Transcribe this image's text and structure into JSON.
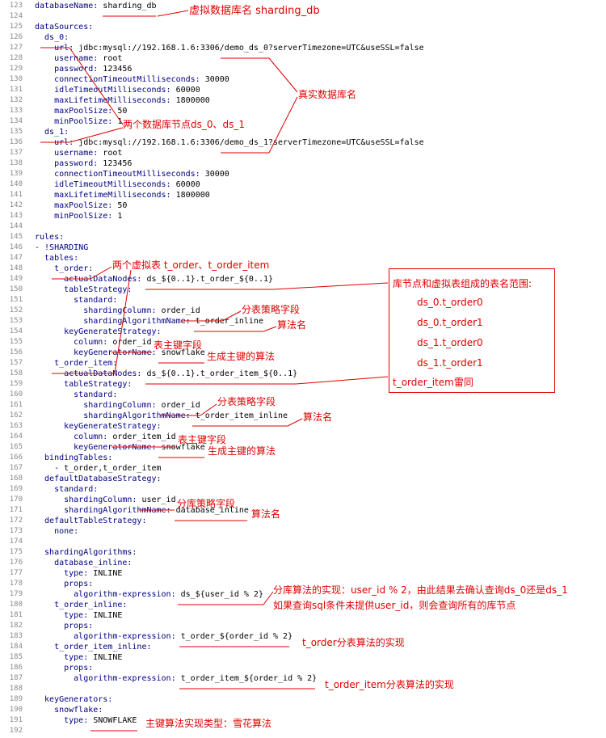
{
  "editor": {
    "lines": [
      {
        "n": "123",
        "k": "databaseName: ",
        "v": "sharding_db"
      },
      {
        "n": "124",
        "k": "",
        "v": ""
      },
      {
        "n": "125",
        "k": "dataSources:",
        "v": ""
      },
      {
        "n": "126",
        "k": "  ds_0:",
        "v": ""
      },
      {
        "n": "127",
        "k": "    url: ",
        "v": "jdbc:mysql://192.168.1.6:3306/demo_ds_0?serverTimezone=UTC&useSSL=false"
      },
      {
        "n": "128",
        "k": "    username: ",
        "v": "root"
      },
      {
        "n": "129",
        "k": "    password: ",
        "v": "123456"
      },
      {
        "n": "130",
        "k": "    connectionTimeoutMilliseconds: ",
        "v": "30000"
      },
      {
        "n": "131",
        "k": "    idleTimeoutMilliseconds: ",
        "v": "60000"
      },
      {
        "n": "132",
        "k": "    maxLifetimeMilliseconds: ",
        "v": "1800000"
      },
      {
        "n": "133",
        "k": "    maxPoolSize: ",
        "v": "50"
      },
      {
        "n": "134",
        "k": "    minPoolSize: ",
        "v": "1"
      },
      {
        "n": "135",
        "k": "  ds_1:",
        "v": ""
      },
      {
        "n": "136",
        "k": "    url: ",
        "v": "jdbc:mysql://192.168.1.6:3306/demo_ds_1?serverTimezone=UTC&useSSL=false"
      },
      {
        "n": "137",
        "k": "    username: ",
        "v": "root"
      },
      {
        "n": "138",
        "k": "    password: ",
        "v": "123456"
      },
      {
        "n": "139",
        "k": "    connectionTimeoutMilliseconds: ",
        "v": "30000"
      },
      {
        "n": "140",
        "k": "    idleTimeoutMilliseconds: ",
        "v": "60000"
      },
      {
        "n": "141",
        "k": "    maxLifetimeMilliseconds: ",
        "v": "1800000"
      },
      {
        "n": "142",
        "k": "    maxPoolSize: ",
        "v": "50"
      },
      {
        "n": "143",
        "k": "    minPoolSize: ",
        "v": "1"
      },
      {
        "n": "144",
        "k": "",
        "v": ""
      },
      {
        "n": "145",
        "k": "rules:",
        "v": ""
      },
      {
        "n": "146",
        "k": "- !SHARDING",
        "v": ""
      },
      {
        "n": "147",
        "k": "  tables:",
        "v": ""
      },
      {
        "n": "148",
        "k": "    t_order:",
        "v": ""
      },
      {
        "n": "149",
        "k": "      actualDataNodes: ",
        "v": "ds_${0..1}.t_order_${0..1}"
      },
      {
        "n": "150",
        "k": "      tableStrategy:",
        "v": ""
      },
      {
        "n": "151",
        "k": "        standard:",
        "v": ""
      },
      {
        "n": "152",
        "k": "          shardingColumn: ",
        "v": "order_id"
      },
      {
        "n": "153",
        "k": "          shardingAlgorithmName: ",
        "v": "t_order_inline"
      },
      {
        "n": "154",
        "k": "      keyGenerateStrategy:",
        "v": ""
      },
      {
        "n": "155",
        "k": "        column: ",
        "v": "order_id"
      },
      {
        "n": "156",
        "k": "        keyGeneratorName: ",
        "v": "snowflake"
      },
      {
        "n": "157",
        "k": "    t_order_item:",
        "v": ""
      },
      {
        "n": "158",
        "k": "      actualDataNodes: ",
        "v": "ds_${0..1}.t_order_item_${0..1}"
      },
      {
        "n": "159",
        "k": "      tableStrategy:",
        "v": ""
      },
      {
        "n": "160",
        "k": "        standard:",
        "v": ""
      },
      {
        "n": "161",
        "k": "          shardingColumn: ",
        "v": "order_id"
      },
      {
        "n": "162",
        "k": "          shardingAlgorithmName: ",
        "v": "t_order_item_inline"
      },
      {
        "n": "163",
        "k": "      keyGenerateStrategy:",
        "v": ""
      },
      {
        "n": "164",
        "k": "        column: ",
        "v": "order_item_id"
      },
      {
        "n": "165",
        "k": "        keyGeneratorName: ",
        "v": "snowflake"
      },
      {
        "n": "166",
        "k": "  bindingTables:",
        "v": ""
      },
      {
        "n": "167",
        "k": "    - ",
        "v": "t_order,t_order_item"
      },
      {
        "n": "168",
        "k": "  defaultDatabaseStrategy:",
        "v": ""
      },
      {
        "n": "169",
        "k": "    standard:",
        "v": ""
      },
      {
        "n": "170",
        "k": "      shardingColumn: ",
        "v": "user_id"
      },
      {
        "n": "171",
        "k": "      shardingAlgorithmName: ",
        "v": "database_inline"
      },
      {
        "n": "172",
        "k": "  defaultTableStrategy:",
        "v": ""
      },
      {
        "n": "173",
        "k": "    none:",
        "v": ""
      },
      {
        "n": "174",
        "k": "",
        "v": ""
      },
      {
        "n": "175",
        "k": "  shardingAlgorithms:",
        "v": ""
      },
      {
        "n": "176",
        "k": "    database_inline:",
        "v": ""
      },
      {
        "n": "177",
        "k": "      type: ",
        "v": "INLINE"
      },
      {
        "n": "178",
        "k": "      props:",
        "v": ""
      },
      {
        "n": "179",
        "k": "        algorithm-expression: ",
        "v": "ds_${user_id % 2}"
      },
      {
        "n": "180",
        "k": "    t_order_inline:",
        "v": ""
      },
      {
        "n": "181",
        "k": "      type: ",
        "v": "INLINE"
      },
      {
        "n": "182",
        "k": "      props:",
        "v": ""
      },
      {
        "n": "183",
        "k": "        algorithm-expression: ",
        "v": "t_order_${order_id % 2}"
      },
      {
        "n": "184",
        "k": "    t_order_item_inline:",
        "v": ""
      },
      {
        "n": "185",
        "k": "      type: ",
        "v": "INLINE"
      },
      {
        "n": "186",
        "k": "      props:",
        "v": ""
      },
      {
        "n": "187",
        "k": "        algorithm-expression: ",
        "v": "t_order_item_${order_id % 2}"
      },
      {
        "n": "188",
        "k": "",
        "v": ""
      },
      {
        "n": "189",
        "k": "  keyGenerators:",
        "v": ""
      },
      {
        "n": "190",
        "k": "    snowflake:",
        "v": ""
      },
      {
        "n": "191",
        "k": "      type: ",
        "v": "SNOWFLAKE"
      },
      {
        "n": "192",
        "k": "",
        "v": ""
      }
    ]
  },
  "annotations": {
    "virtual_db_name": "虚拟数据库名 sharding_db",
    "real_db_name": "真实数据库名",
    "two_nodes": "两个数据库节点ds_0、ds_1",
    "two_virtual_tables": "两个虚拟表 t_order、t_order_item",
    "table_strategy_field_1": "分表策略字段",
    "algorithm_name_1": "算法名",
    "pk_field_1": "表主键字段",
    "pk_algorithm_1": "生成主键的算法",
    "table_strategy_field_2": "分表策略字段",
    "algorithm_name_2": "算法名",
    "pk_field_2": "表主键字段",
    "pk_algorithm_2": "生成主键的算法",
    "db_strategy_field": "分库策略字段",
    "algorithm_name_3": "算法名",
    "db_algorithm_impl": "分库算法的实现：user_id % 2，由此结果去确认查询ds_0还是ds_1",
    "no_user_id_note": "如果查询sql条件未提供user_id，则会查询所有的库节点",
    "t_order_algorithm_impl": "t_order分表算法的实现",
    "t_order_item_algorithm_impl": "t_order_item分表算法的实现",
    "keygen_type_note": "主键算法实现类型：雪花算法",
    "range_box": {
      "title": "库节点和虚拟表组成的表名范围:",
      "items": [
        "ds_0.t_order0",
        "ds_0.t_order1",
        "ds_1.t_order0",
        "ds_1.t_order1"
      ],
      "footer": "t_order_item雷同"
    }
  },
  "colors": {
    "annotation": "#e00000",
    "key": "#000080",
    "value": "#000000",
    "line_number": "#8a8a8a"
  }
}
